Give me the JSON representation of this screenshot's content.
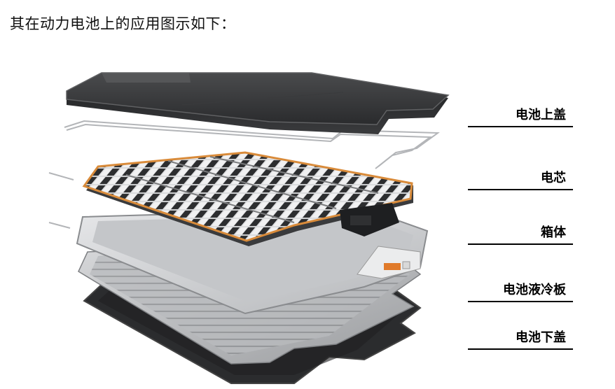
{
  "intro_text": "其在动力电池上的应用图示如下：",
  "labels": [
    "电池上盖",
    "电芯",
    "箱体",
    "电池液冷板",
    "电池下盖"
  ]
}
